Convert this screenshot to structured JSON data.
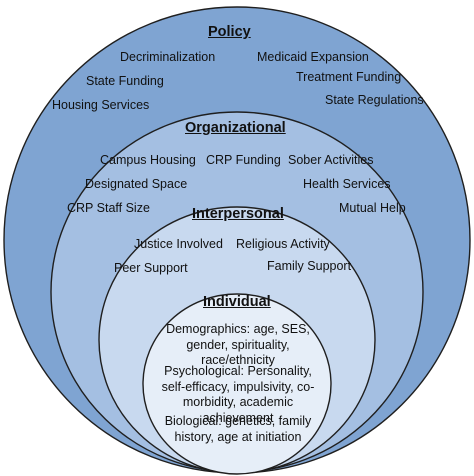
{
  "colors": {
    "policy_fill": "#7fa4d2",
    "organizational_fill": "#a4bfe2",
    "interpersonal_fill": "#c8d9ef",
    "individual_fill": "#e6eef8",
    "stroke": "#1f1f1f",
    "text": "#111111"
  },
  "levels": {
    "policy": {
      "title": "Policy",
      "items": [
        "Decriminalization",
        "Medicaid Expansion",
        "State Funding",
        "Treatment Funding",
        "Housing Services",
        "State Regulations"
      ]
    },
    "organizational": {
      "title": "Organizational",
      "items": [
        "Campus Housing",
        "CRP Funding",
        "Sober Activities",
        "Designated Space",
        "Health Services",
        "CRP Staff Size",
        "Mutual Help"
      ]
    },
    "interpersonal": {
      "title": "Interpersonal",
      "items": [
        "Justice Involved",
        "Religious Activity",
        "Peer Support",
        "Family Support"
      ]
    },
    "individual": {
      "title": "Individual",
      "items": [
        "Demographics: age, SES, gender, spirituality, race/ethnicity",
        "Psychological: Personality, self-efficacy, impulsivity, co-morbidity, academic achievement",
        "Biological: genetics, family history, age at initiation"
      ]
    }
  }
}
